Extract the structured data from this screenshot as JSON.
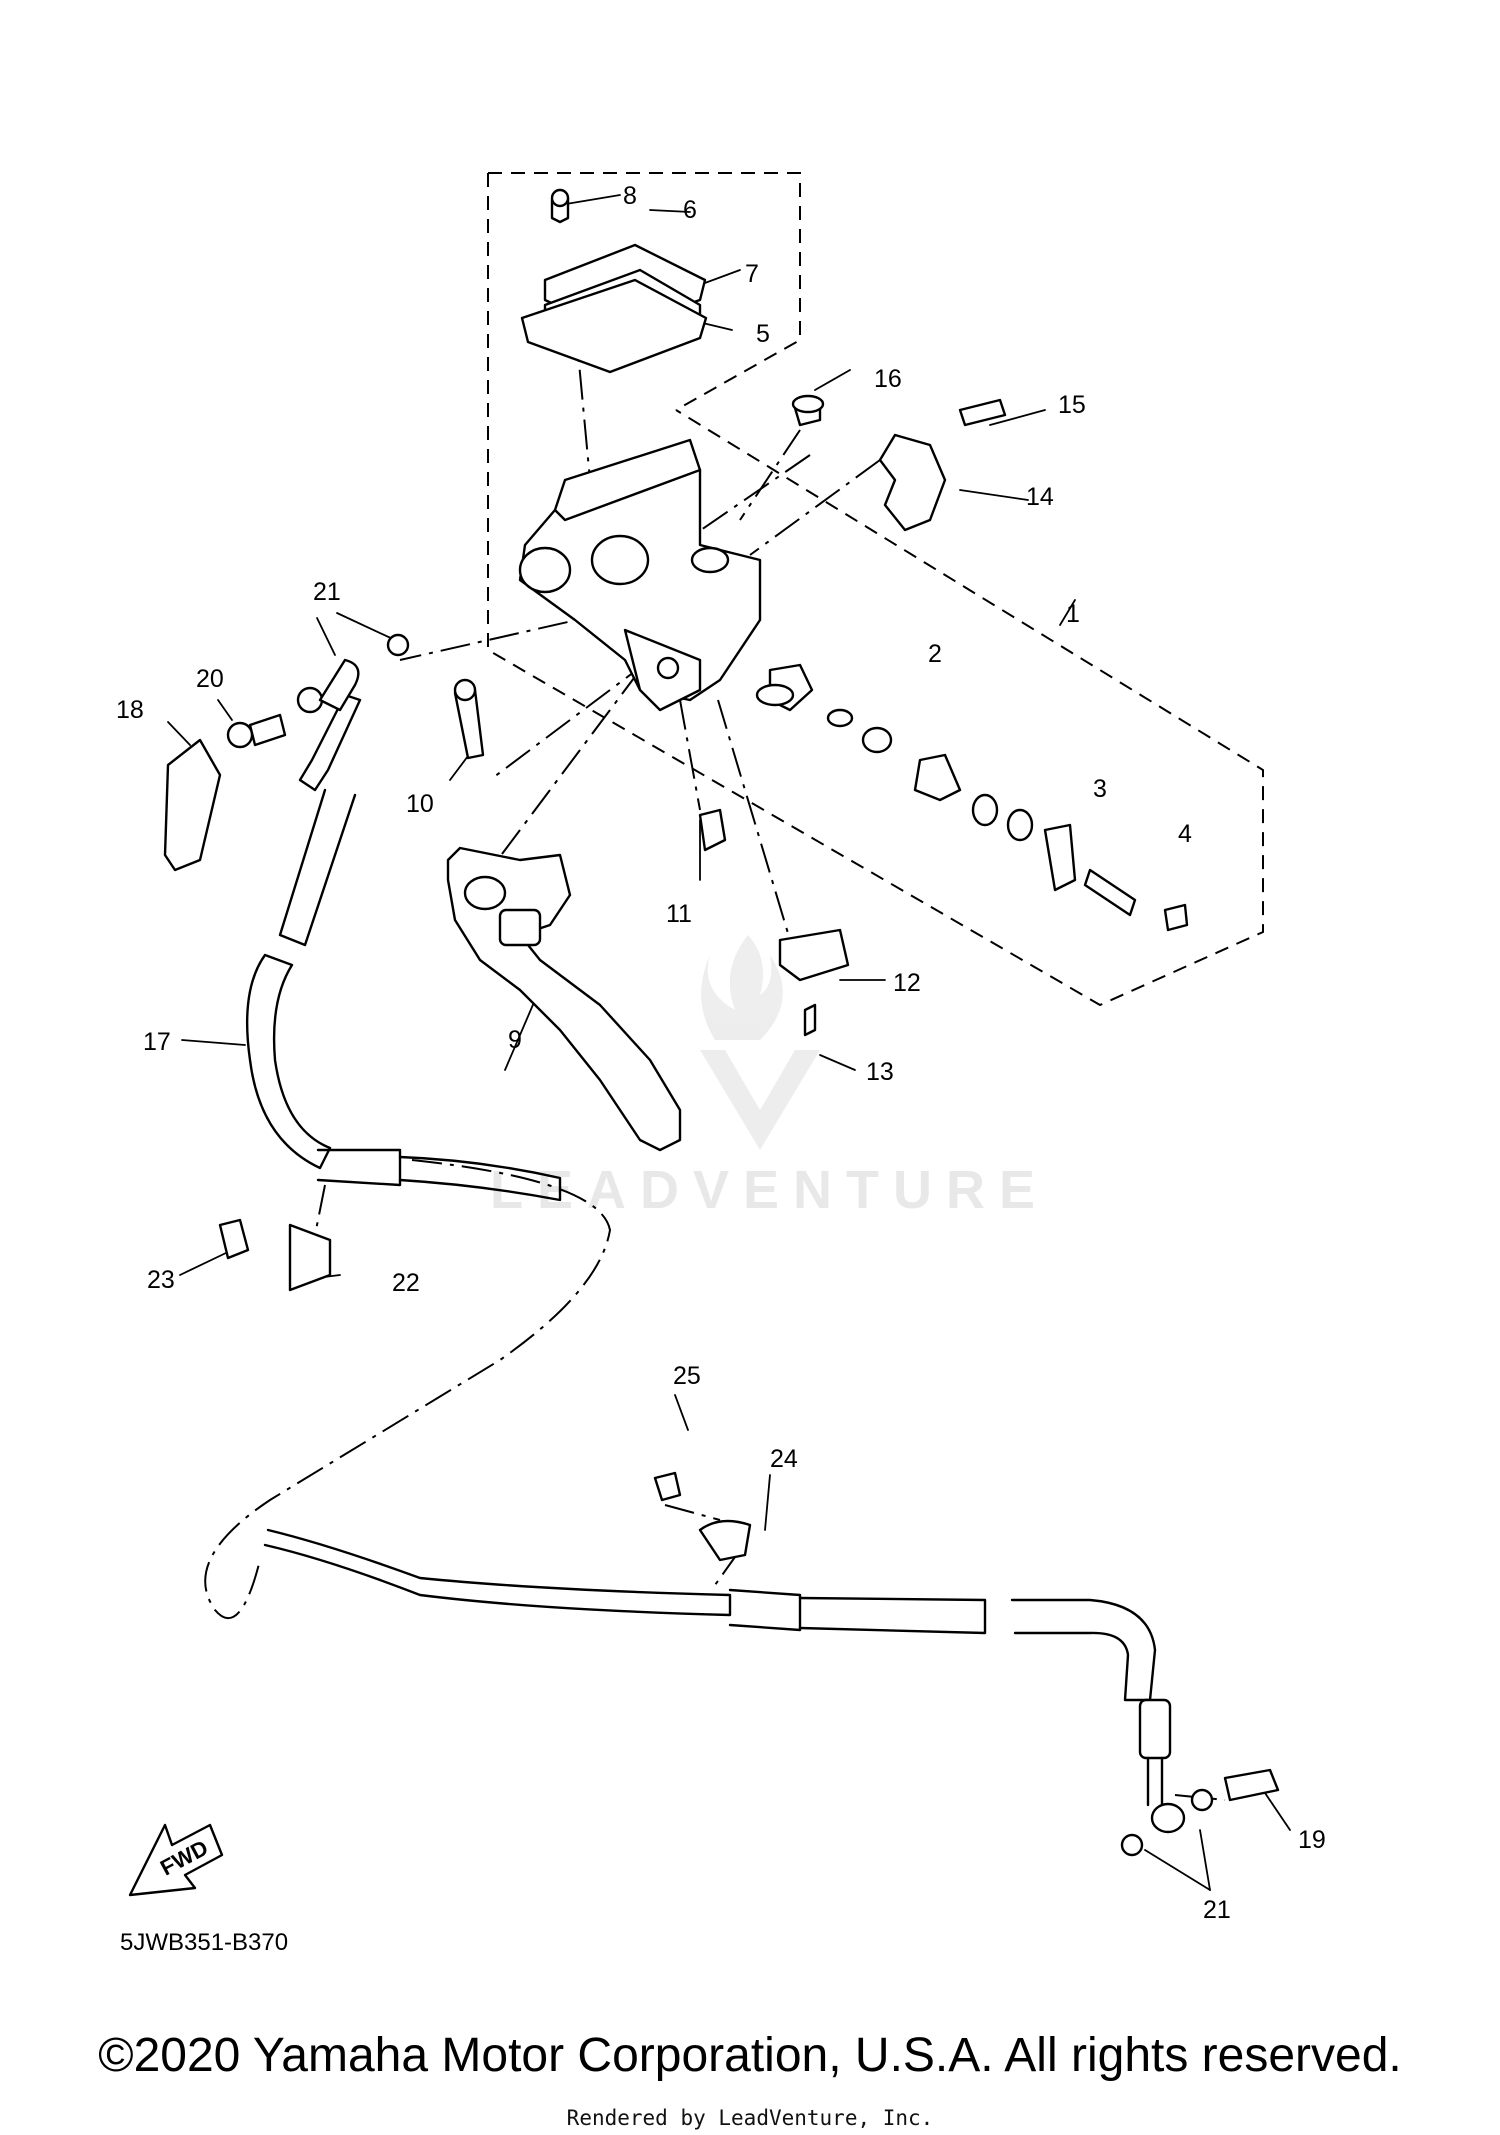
{
  "parts": [
    {
      "number": "1"
    },
    {
      "number": "2"
    },
    {
      "number": "3"
    },
    {
      "number": "4"
    },
    {
      "number": "5"
    },
    {
      "number": "6"
    },
    {
      "number": "7"
    },
    {
      "number": "8"
    },
    {
      "number": "9"
    },
    {
      "number": "10"
    },
    {
      "number": "11"
    },
    {
      "number": "12"
    },
    {
      "number": "13"
    },
    {
      "number": "14"
    },
    {
      "number": "15"
    },
    {
      "number": "16"
    },
    {
      "number": "17"
    },
    {
      "number": "18"
    },
    {
      "number": "19"
    },
    {
      "number": "20"
    },
    {
      "number": "21"
    },
    {
      "number": "22"
    },
    {
      "number": "23"
    },
    {
      "number": "24"
    },
    {
      "number": "25"
    },
    {
      "number": "21"
    }
  ],
  "direction_badge": "FWD",
  "reference_code": "5JWB351-B370",
  "watermark": "LEADVENTURE",
  "copyright": "©2020 Yamaha Motor Corporation, U.S.A. All rights reserved.",
  "rendered_by": "Rendered by LeadVenture, Inc."
}
